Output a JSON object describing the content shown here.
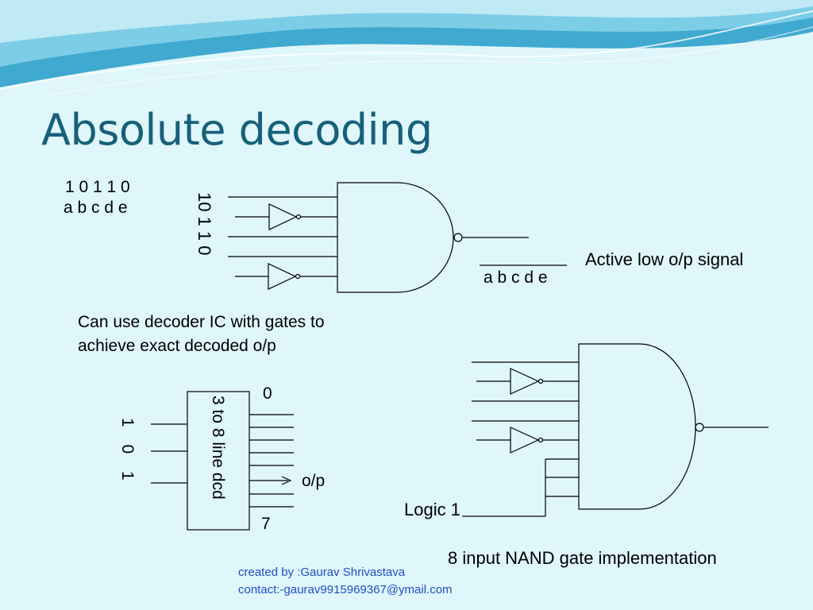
{
  "slide": {
    "title": "Absolute decoding",
    "theme": {
      "background": "#dff6fb",
      "title_color": "#17607a",
      "wave_color": "#3fa9cf",
      "credit_color": "#1f4fbf"
    }
  },
  "diagram1": {
    "bits_top": "1 0 1 1 0",
    "vars_top": "a b c d e",
    "bits_vertical": "10 1 1 0",
    "output_expression": "a b c d e",
    "output_label": "Active low o/p signal"
  },
  "note": {
    "line1": "Can use decoder IC with gates to",
    "line2": "achieve exact decoded o/p"
  },
  "decoder": {
    "inputs_vertical": "1  0  1",
    "block_label": "3 to 8 line dcd",
    "first_output": "0",
    "last_output": "7",
    "output_label": "o/p"
  },
  "nand8": {
    "logic_label": "Logic 1",
    "caption": "8 input NAND gate implementation"
  },
  "credits": {
    "line1": "created by :Gaurav Shrivastava",
    "line2": "contact:-gaurav9915969367@ymail.com"
  }
}
